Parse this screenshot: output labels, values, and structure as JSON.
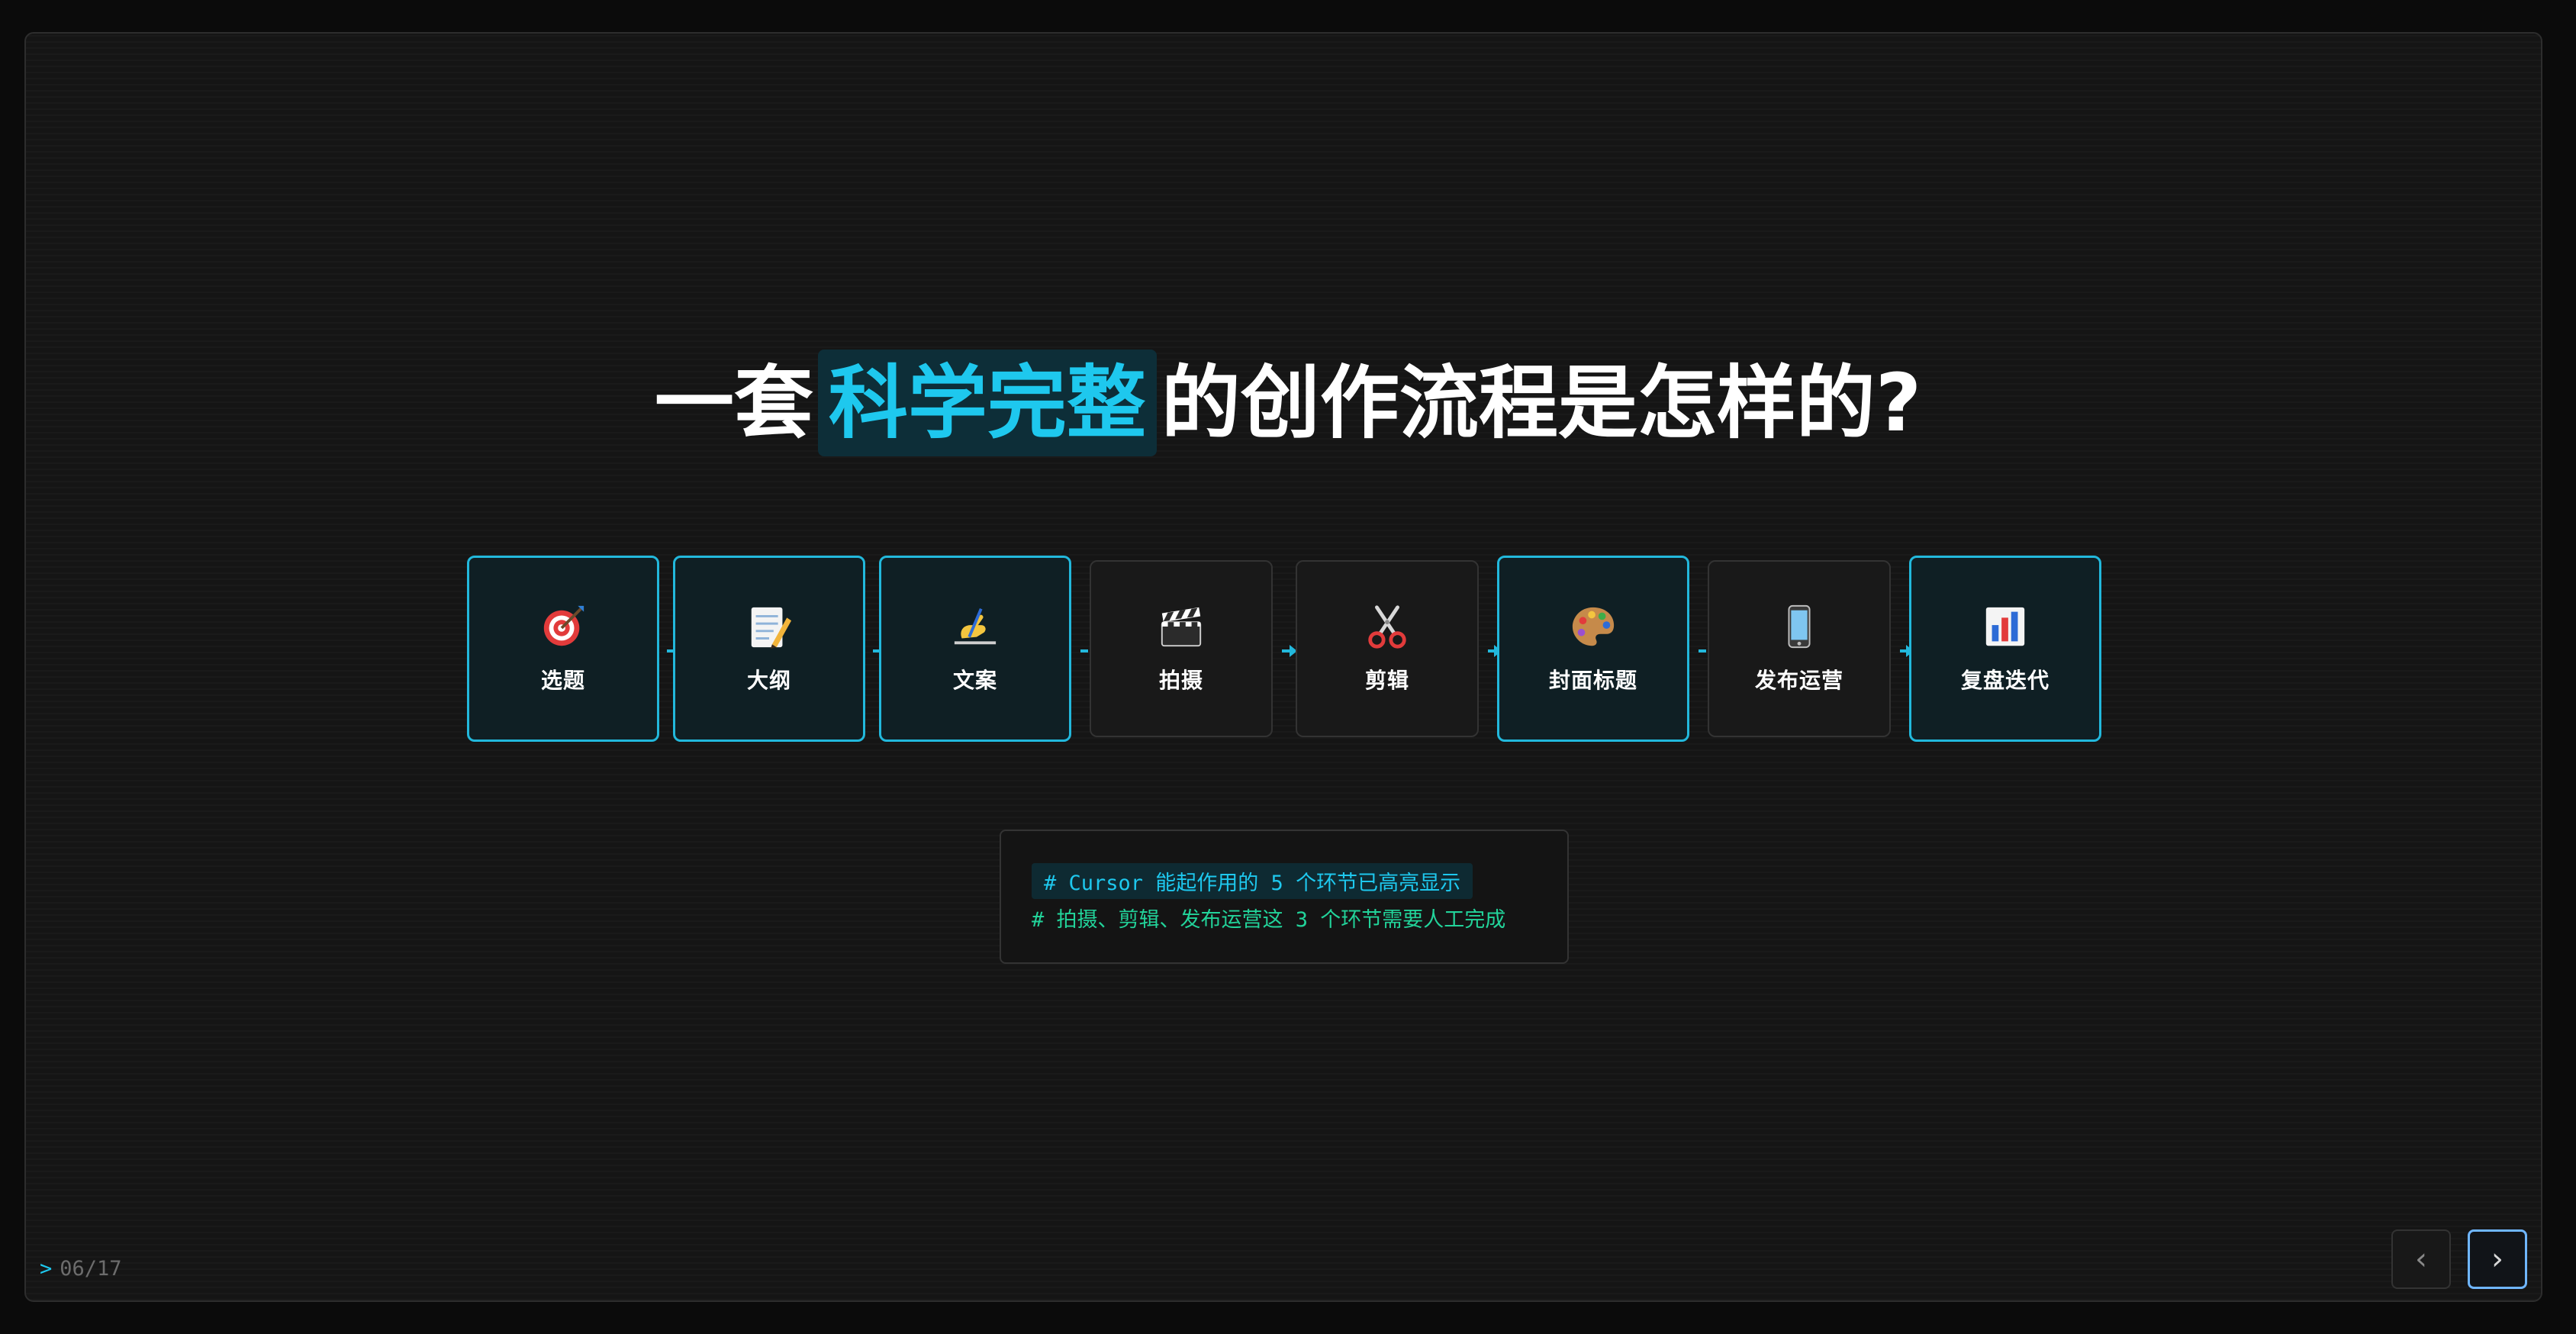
{
  "slide": {
    "title_prefix": "一套",
    "title_highlight": "科学完整",
    "title_suffix": "的创作流程是怎样的?",
    "steps": [
      {
        "label": "选题",
        "icon": "target-icon",
        "active": true
      },
      {
        "label": "大纲",
        "icon": "memo-icon",
        "active": true
      },
      {
        "label": "文案",
        "icon": "writing-hand-icon",
        "active": true
      },
      {
        "label": "拍摄",
        "icon": "clapperboard-icon",
        "active": false
      },
      {
        "label": "剪辑",
        "icon": "scissors-icon",
        "active": false
      },
      {
        "label": "封面标题",
        "icon": "palette-icon",
        "active": true
      },
      {
        "label": "发布运营",
        "icon": "mobile-phone-icon",
        "active": false
      },
      {
        "label": "复盘迭代",
        "icon": "bar-chart-icon",
        "active": true
      }
    ],
    "note_line1": "# Cursor 能起作用的 5 个环节已高亮显示",
    "note_line2": "# 拍摄、剪辑、发布运营这 3 个环节需要人工完成"
  },
  "pager": {
    "prompt": ">",
    "page": "06/17"
  },
  "nav": {
    "prev_label": "‹",
    "next_label": "›"
  },
  "colors": {
    "accent": "#1ec8ee",
    "accent_border": "#22b8dc",
    "note_green": "#22d39a",
    "background": "#151515"
  }
}
